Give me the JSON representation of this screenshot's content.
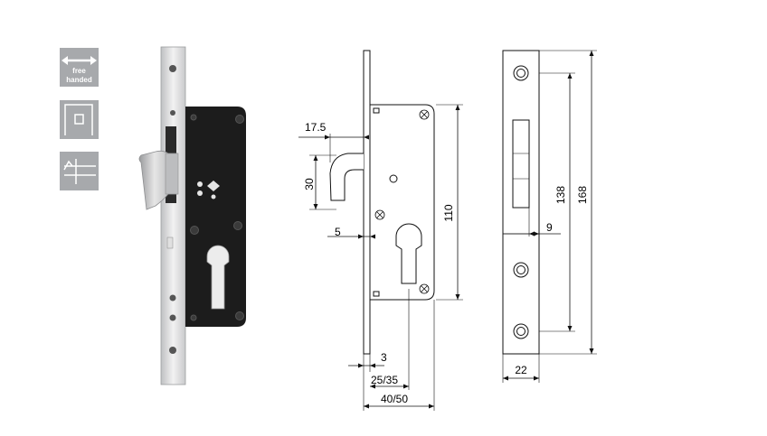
{
  "icons": {
    "free_handed_line1": "free",
    "free_handed_line2": "handed",
    "icon_bg": "#a7a9ac"
  },
  "dimensions": {
    "backset_offset": "17.5",
    "hook_height": "30",
    "hook_gap": "5",
    "forend_thickness": "3",
    "backset_inner": "25/35",
    "backset_outer": "40/50",
    "case_height": "110",
    "strike_inner": "138",
    "strike_outer": "168",
    "strike_slot": "9",
    "strike_width": "22"
  },
  "colors": {
    "lock_case": "#1c1c1c",
    "forend": "#d9d9d9",
    "line": "#111111"
  }
}
